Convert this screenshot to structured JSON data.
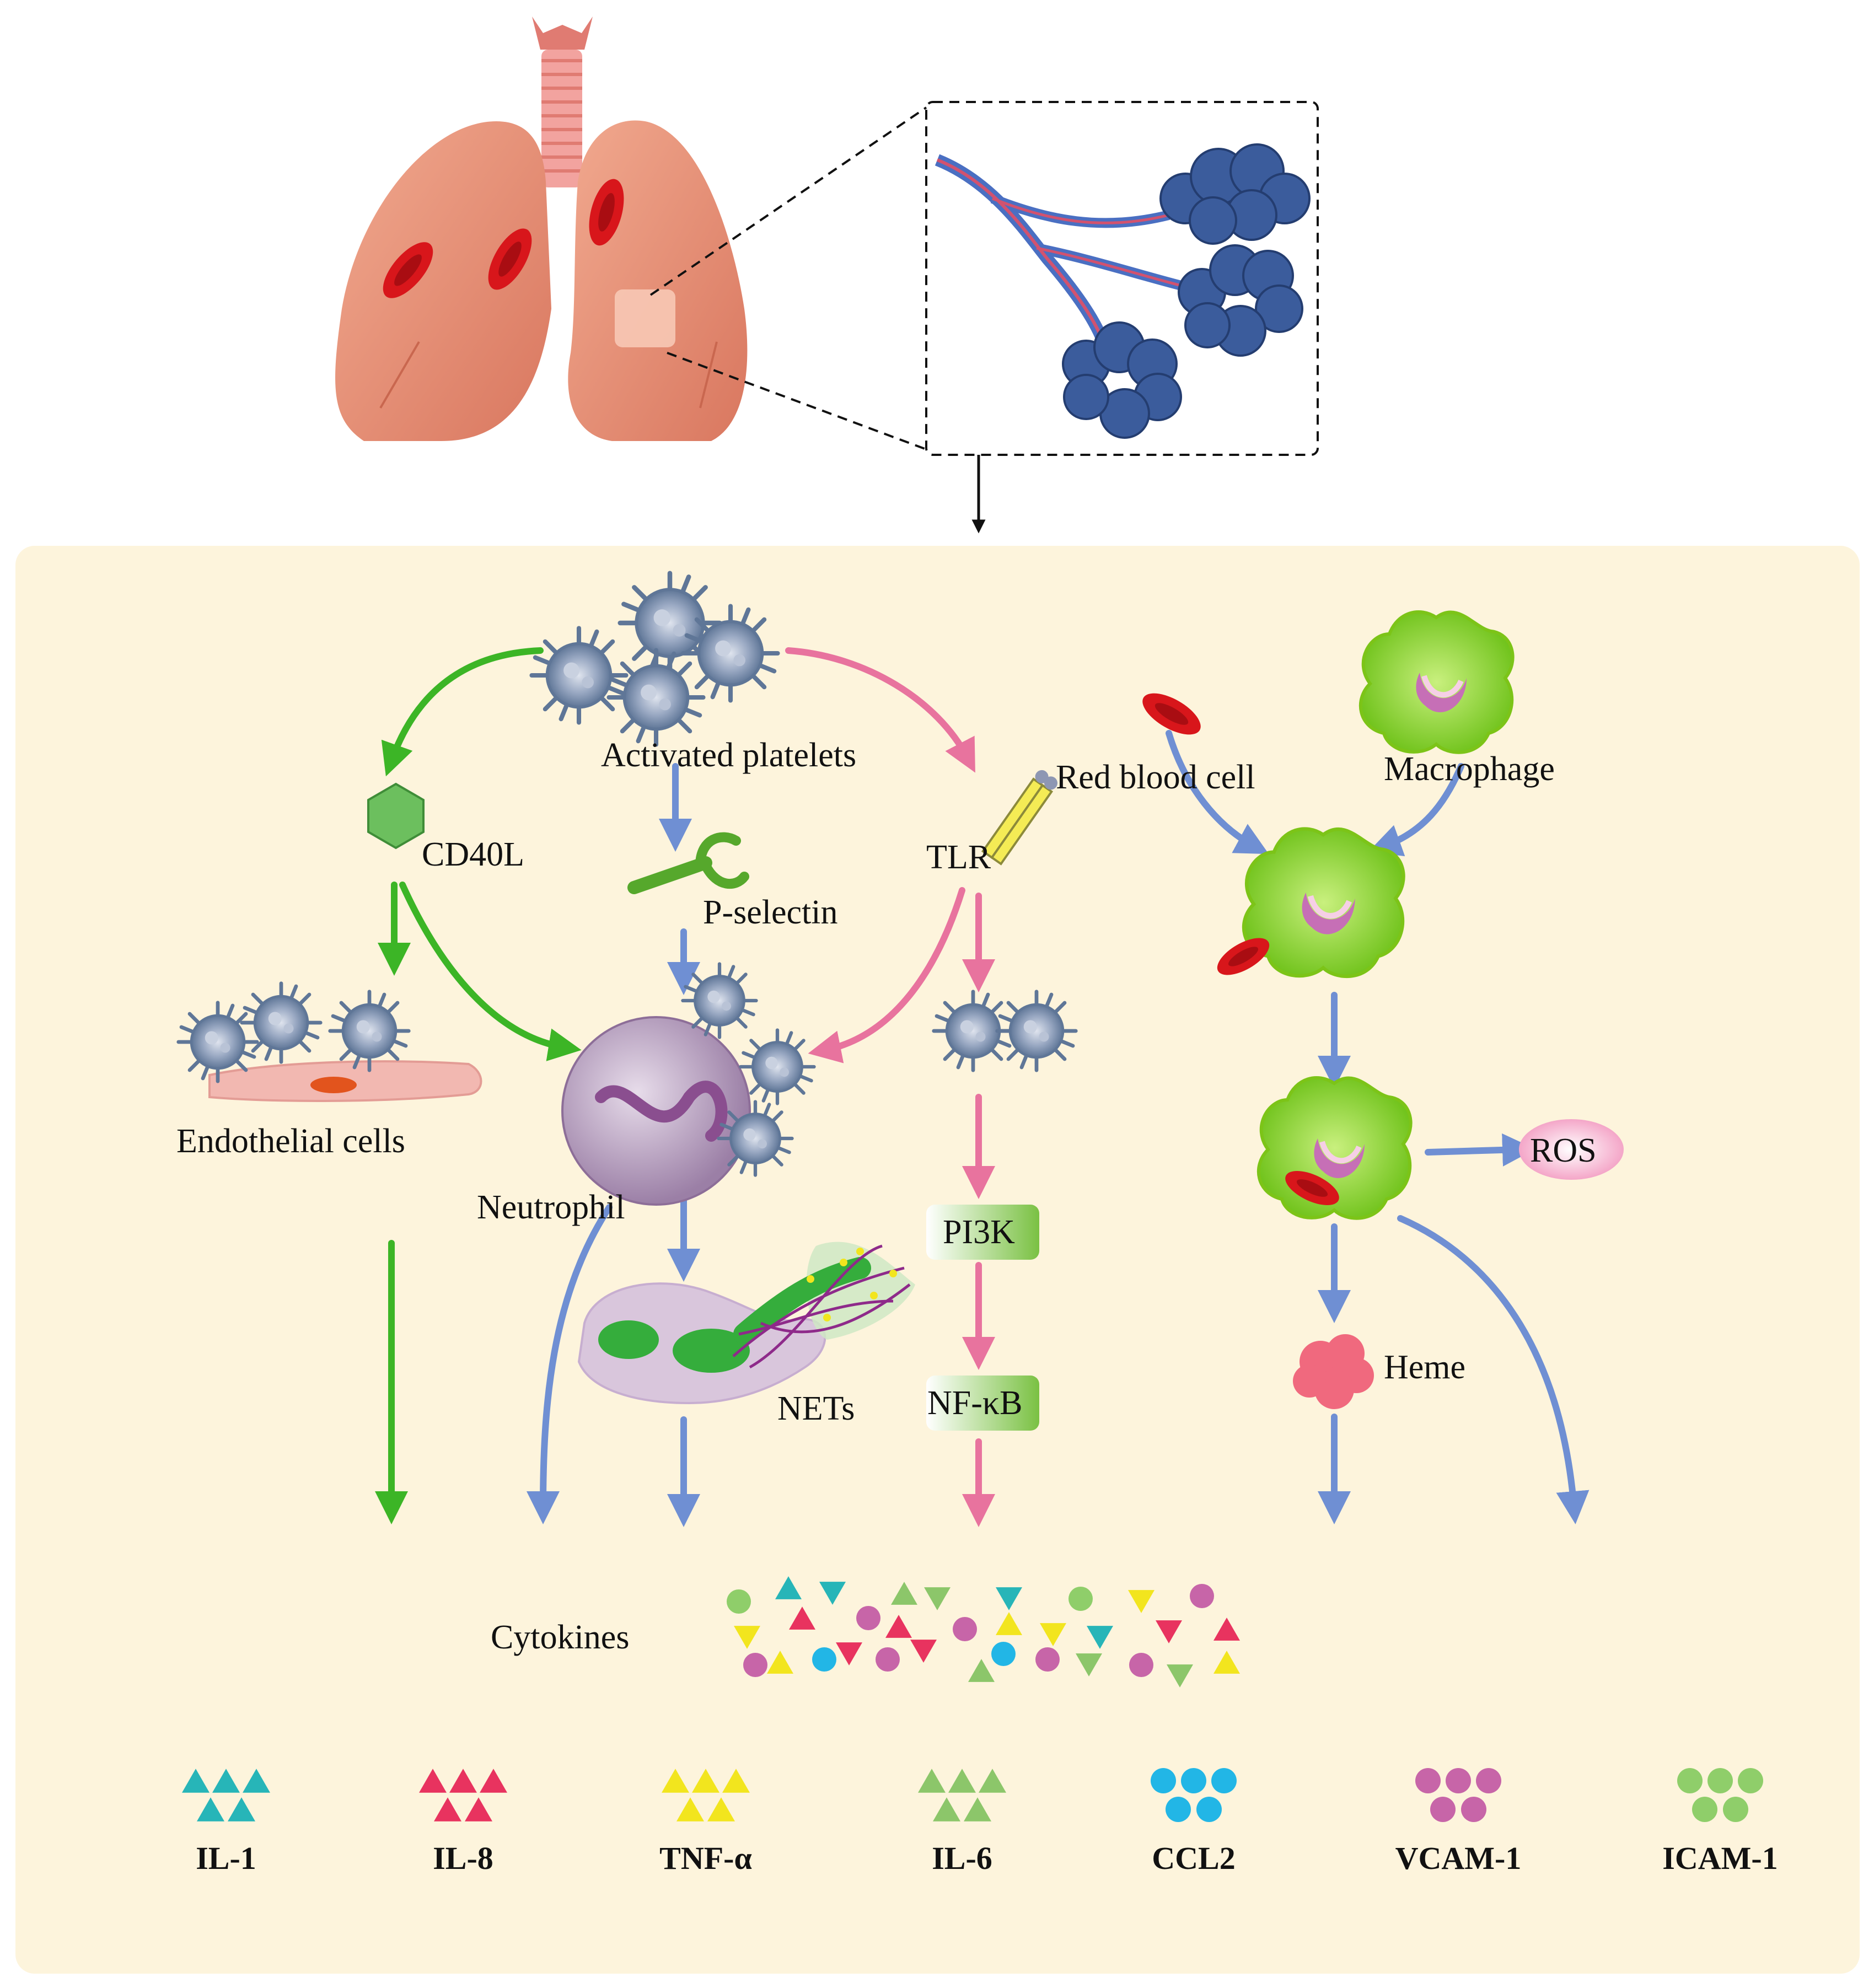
{
  "labels": {
    "activated_platelets": "Activated platelets",
    "cd40l": "CD40L",
    "p_selectin": "P-selectin",
    "tlr": "TLR",
    "red_blood_cell": "Red blood cell",
    "macrophage": "Macrophage",
    "endothelial_cells": "Endothelial cells",
    "neutrophil": "Neutrophil",
    "pi3k": "PI3K",
    "nf_kb": "NF-κB",
    "nets": "NETs",
    "ros": "ROS",
    "heme": "Heme",
    "cytokines": "Cytokines"
  },
  "legend": [
    {
      "label": "IL-1",
      "shape": "triangle-up",
      "color": "#27b5b8"
    },
    {
      "label": "IL-8",
      "shape": "triangle-up",
      "color": "#e8335f"
    },
    {
      "label": "TNF-α",
      "shape": "triangle-up",
      "color": "#f2e51e"
    },
    {
      "label": "IL-6",
      "shape": "triangle-up",
      "color": "#8cc66a"
    },
    {
      "label": "CCL2",
      "shape": "circle",
      "color": "#22b6e6"
    },
    {
      "label": "VCAM-1",
      "shape": "circle",
      "color": "#c765a8"
    },
    {
      "label": "ICAM-1",
      "shape": "circle",
      "color": "#8fce6a"
    }
  ],
  "colors": {
    "panel_background": "#fdf4dc",
    "green_arrow": "#3cb526",
    "blue_arrow": "#6f8fd3",
    "pink_arrow": "#e8739e",
    "lung": "#e9977f",
    "red_cell": "#d8161b",
    "platelet": "#6f86a8",
    "macrophage": "#8fd321"
  }
}
